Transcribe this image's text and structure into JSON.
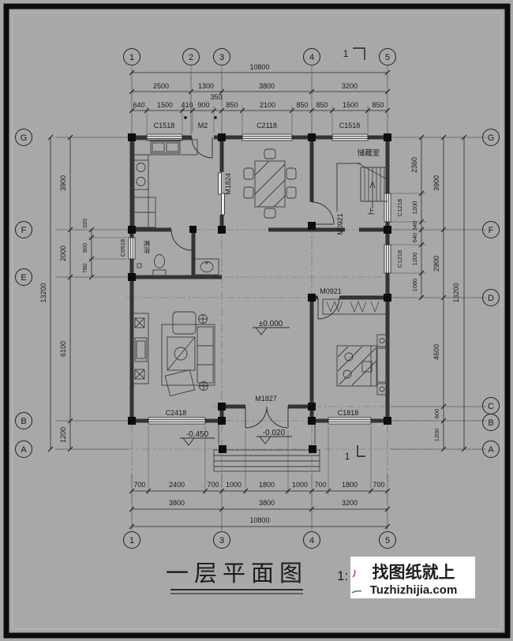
{
  "page": {
    "background": "#a8a8a8"
  },
  "grid_bubbles": {
    "top": [
      "1",
      "2",
      "3",
      "4",
      "5"
    ],
    "bottom": [
      "1",
      "3",
      "4",
      "5"
    ],
    "left": [
      "G",
      "F",
      "E",
      "B",
      "A"
    ],
    "right": [
      "G",
      "F",
      "D",
      "C",
      "B",
      "A"
    ]
  },
  "dims": {
    "top_total": "10800",
    "top_row2": [
      "2500",
      "1300",
      "3800",
      "3200"
    ],
    "top_row3": [
      "640",
      "1500",
      "410",
      "900",
      "850",
      "2100",
      "850",
      "850",
      "1500",
      "850"
    ],
    "top_sub": "350",
    "top_openings": [
      "C1518",
      "M2",
      "C2118",
      "C1518"
    ],
    "bottom_row1": [
      "700",
      "2400",
      "700",
      "1000",
      "1800",
      "1000",
      "700",
      "1800",
      "700"
    ],
    "bottom_row2": [
      "3800",
      "3800",
      "3200"
    ],
    "bottom_total": "10800",
    "left_total": "13200",
    "left_main": [
      "3900",
      "2000",
      "6100",
      "1200"
    ],
    "left_sub": [
      "320",
      "900",
      "780"
    ],
    "left_window": "C0918",
    "right_total": "13200",
    "right_main": [
      "3900",
      "2900",
      "4600",
      "600",
      "1200"
    ],
    "right_sub": [
      "2360",
      "1200",
      "340",
      "640",
      "1200",
      "1060"
    ],
    "right_windows": [
      "C1218",
      "C1218"
    ]
  },
  "rooms": {
    "storage": "储藏室",
    "shower": "淋浴",
    "stair_up": "上"
  },
  "openings": {
    "m1824": "M1824",
    "m0921_stair": "M0921",
    "m0921_bedroom": "M0921",
    "m1827": "M1827",
    "c2418": "C2418",
    "c1818": "C1818"
  },
  "levels": {
    "main": "±0.000",
    "porch": "-0.020",
    "ground": "-0.450"
  },
  "section": {
    "number": "1"
  },
  "title": {
    "text": "一层平面图",
    "scale_prefix": "1:"
  },
  "watermark": {
    "line1": "找图纸就上",
    "line2": "Tuzhizhijia.com",
    "accent": "#1d2bd8"
  }
}
